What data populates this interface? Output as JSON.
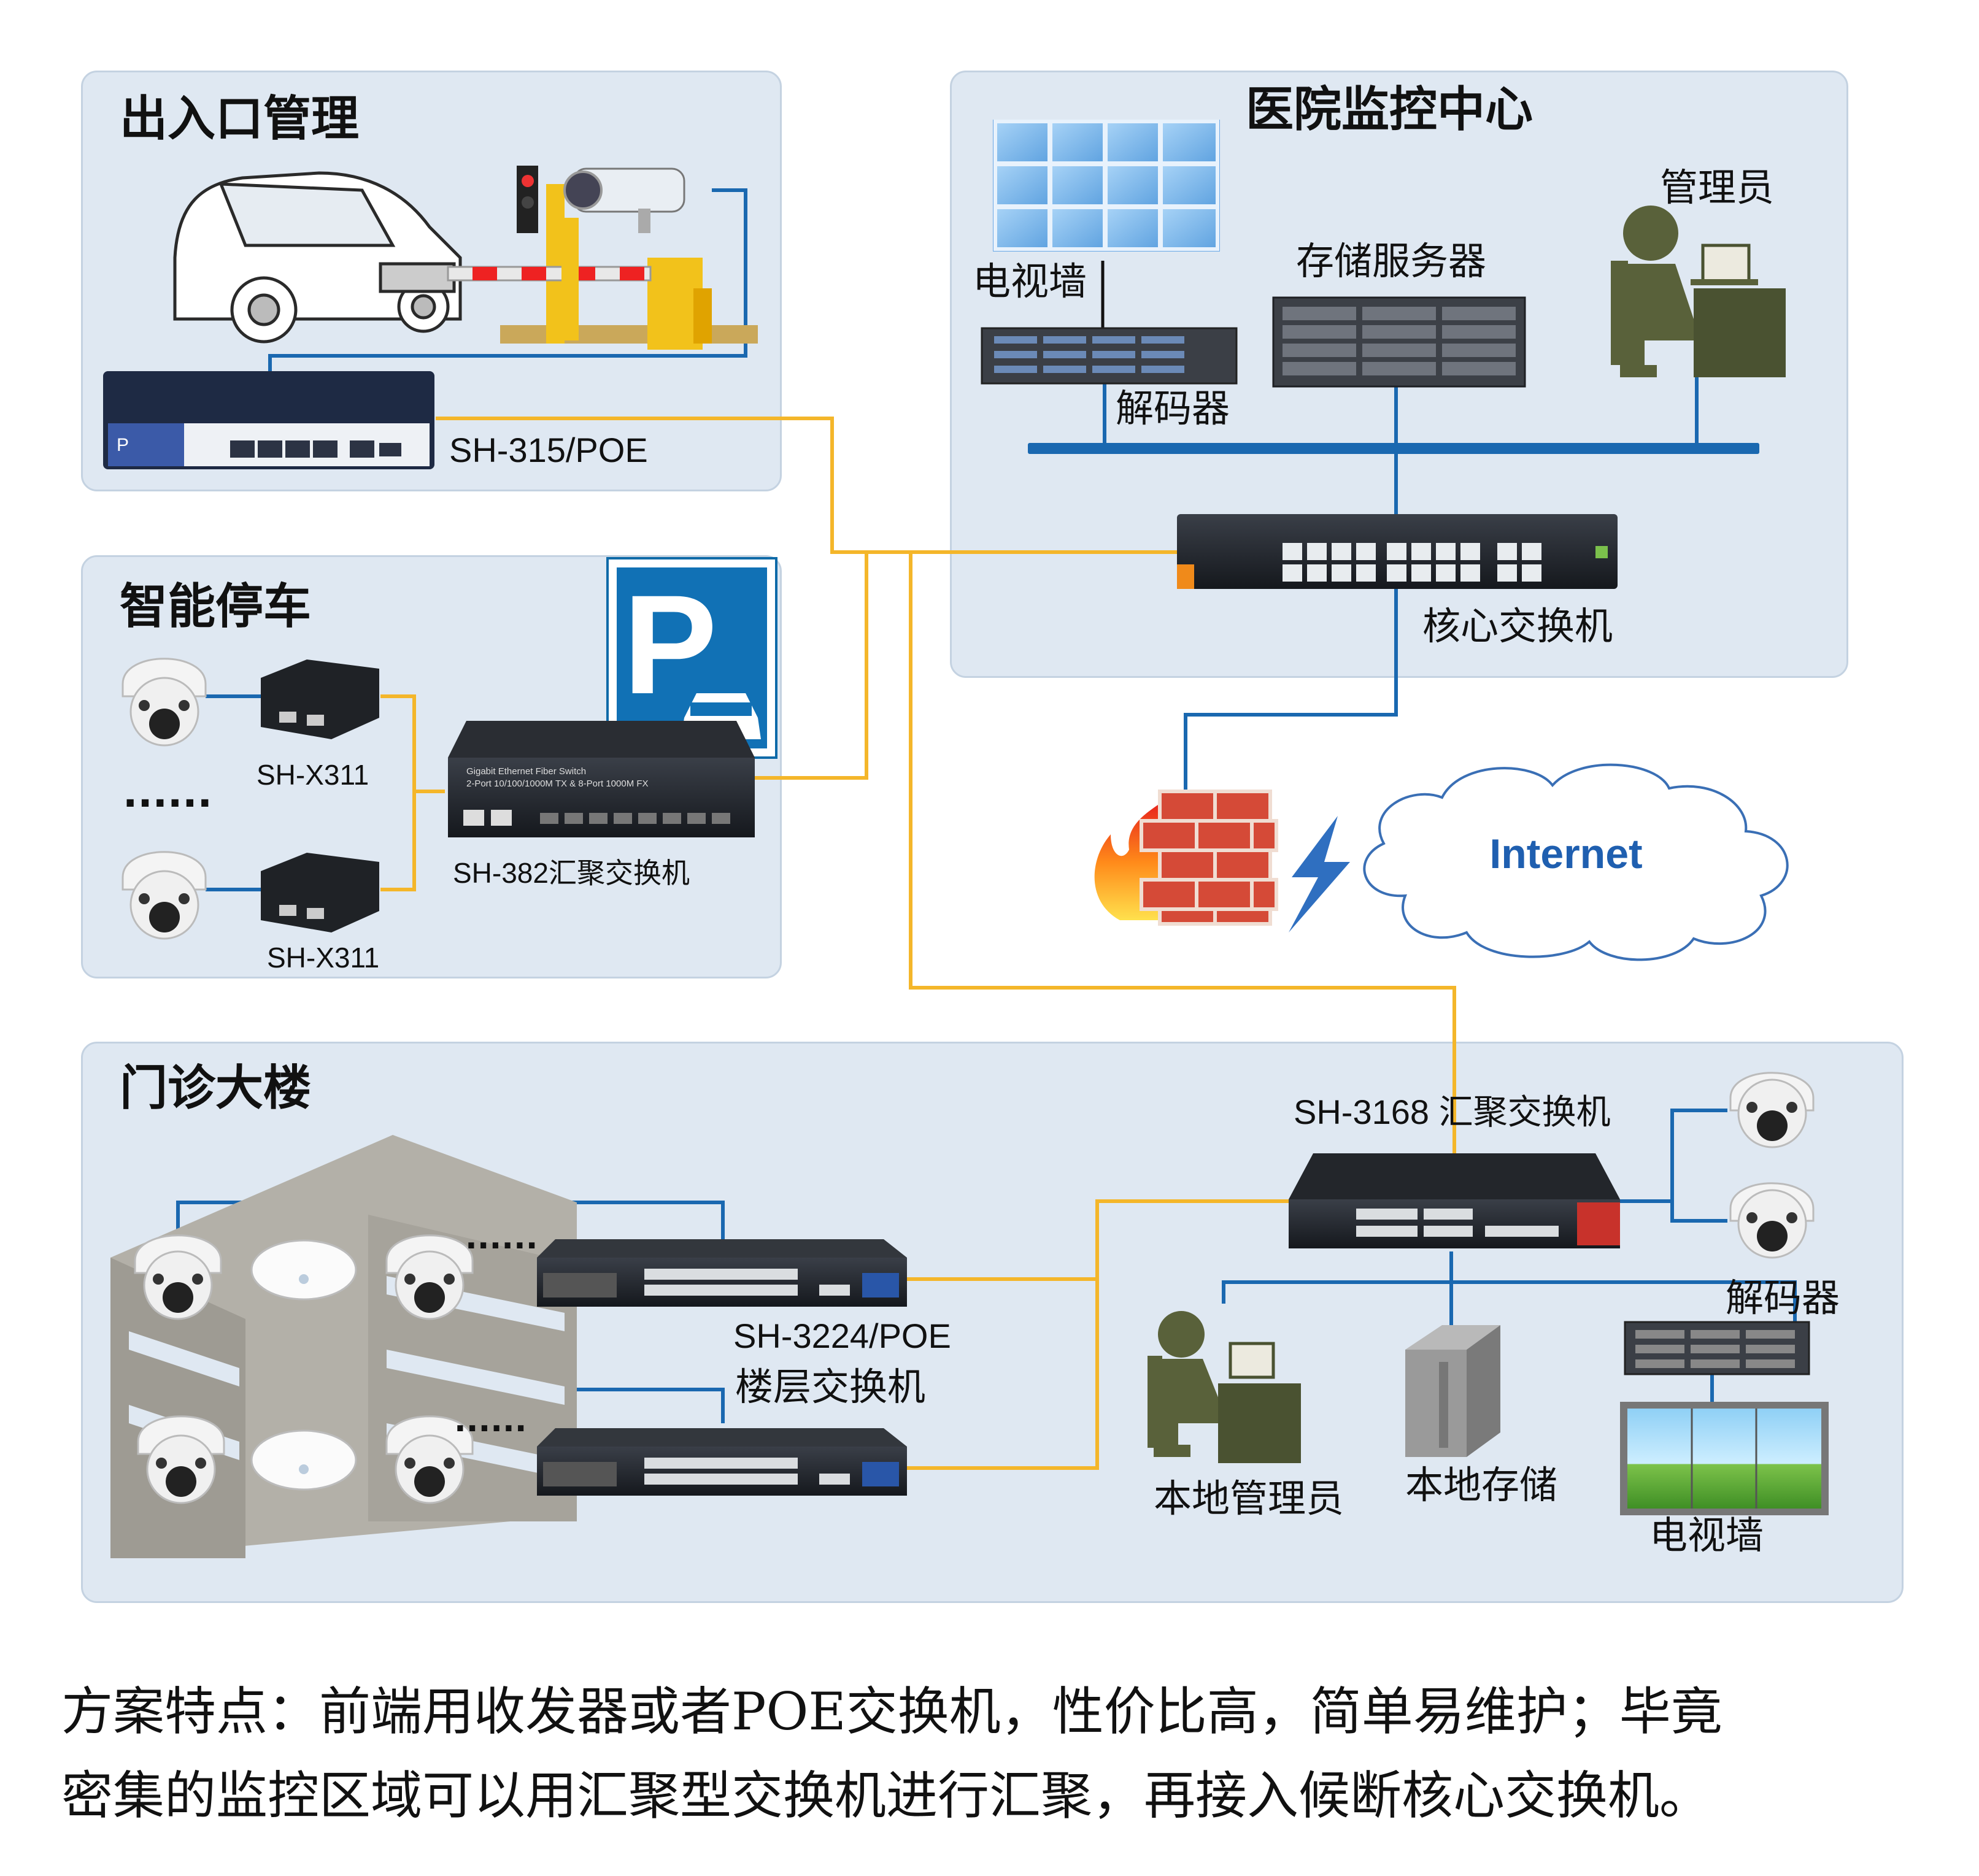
{
  "colors": {
    "panel_bg": "#dfe8f2",
    "link_yellow": "#f4b62a",
    "link_blue": "#1a68b0",
    "internet_text": "#1f5fb0"
  },
  "panels": {
    "entrance": {
      "title": "出入口管理"
    },
    "monitor_center": {
      "title": "医院监控中心"
    },
    "parking": {
      "title": "智能停车"
    },
    "outpatient": {
      "title": "门诊大楼"
    }
  },
  "labels": {
    "switch_315": "SH-315/POE",
    "tv_wall_center": "电视墙",
    "decoder_center": "解码器",
    "storage_server": "存储服务器",
    "admin": "管理员",
    "core_switch": "核心交换机",
    "internet": "Internet",
    "converter_1": "SH-X311",
    "converter_2": "SH-X311",
    "ellipsis_parking": "......",
    "switch_382": "SH-382汇聚交换机",
    "switch_3168": "SH-3168 汇聚交换机",
    "switch_3224_model": "SH-3224/POE",
    "switch_3224_role": "楼层交换机",
    "ellipsis_floor1": "......",
    "ellipsis_floor2": "......",
    "decoder_local": "解码器",
    "local_admin": "本地管理员",
    "local_storage": "本地存储",
    "tv_wall_local": "电视墙",
    "parking_sign": "P"
  },
  "device_text": {
    "fiber_switch_line1": "Gigabit Ethernet Fiber Switch",
    "fiber_switch_line2": "2-Port 10/100/1000M TX & 8-Port 1000M FX"
  },
  "caption": {
    "line1": "方案特点：前端用收发器或者POE交换机，性价比高，简单易维护；毕竟",
    "line2": "密集的监控区域可以用汇聚型交换机进行汇聚，再接入候断核心交换机。"
  }
}
